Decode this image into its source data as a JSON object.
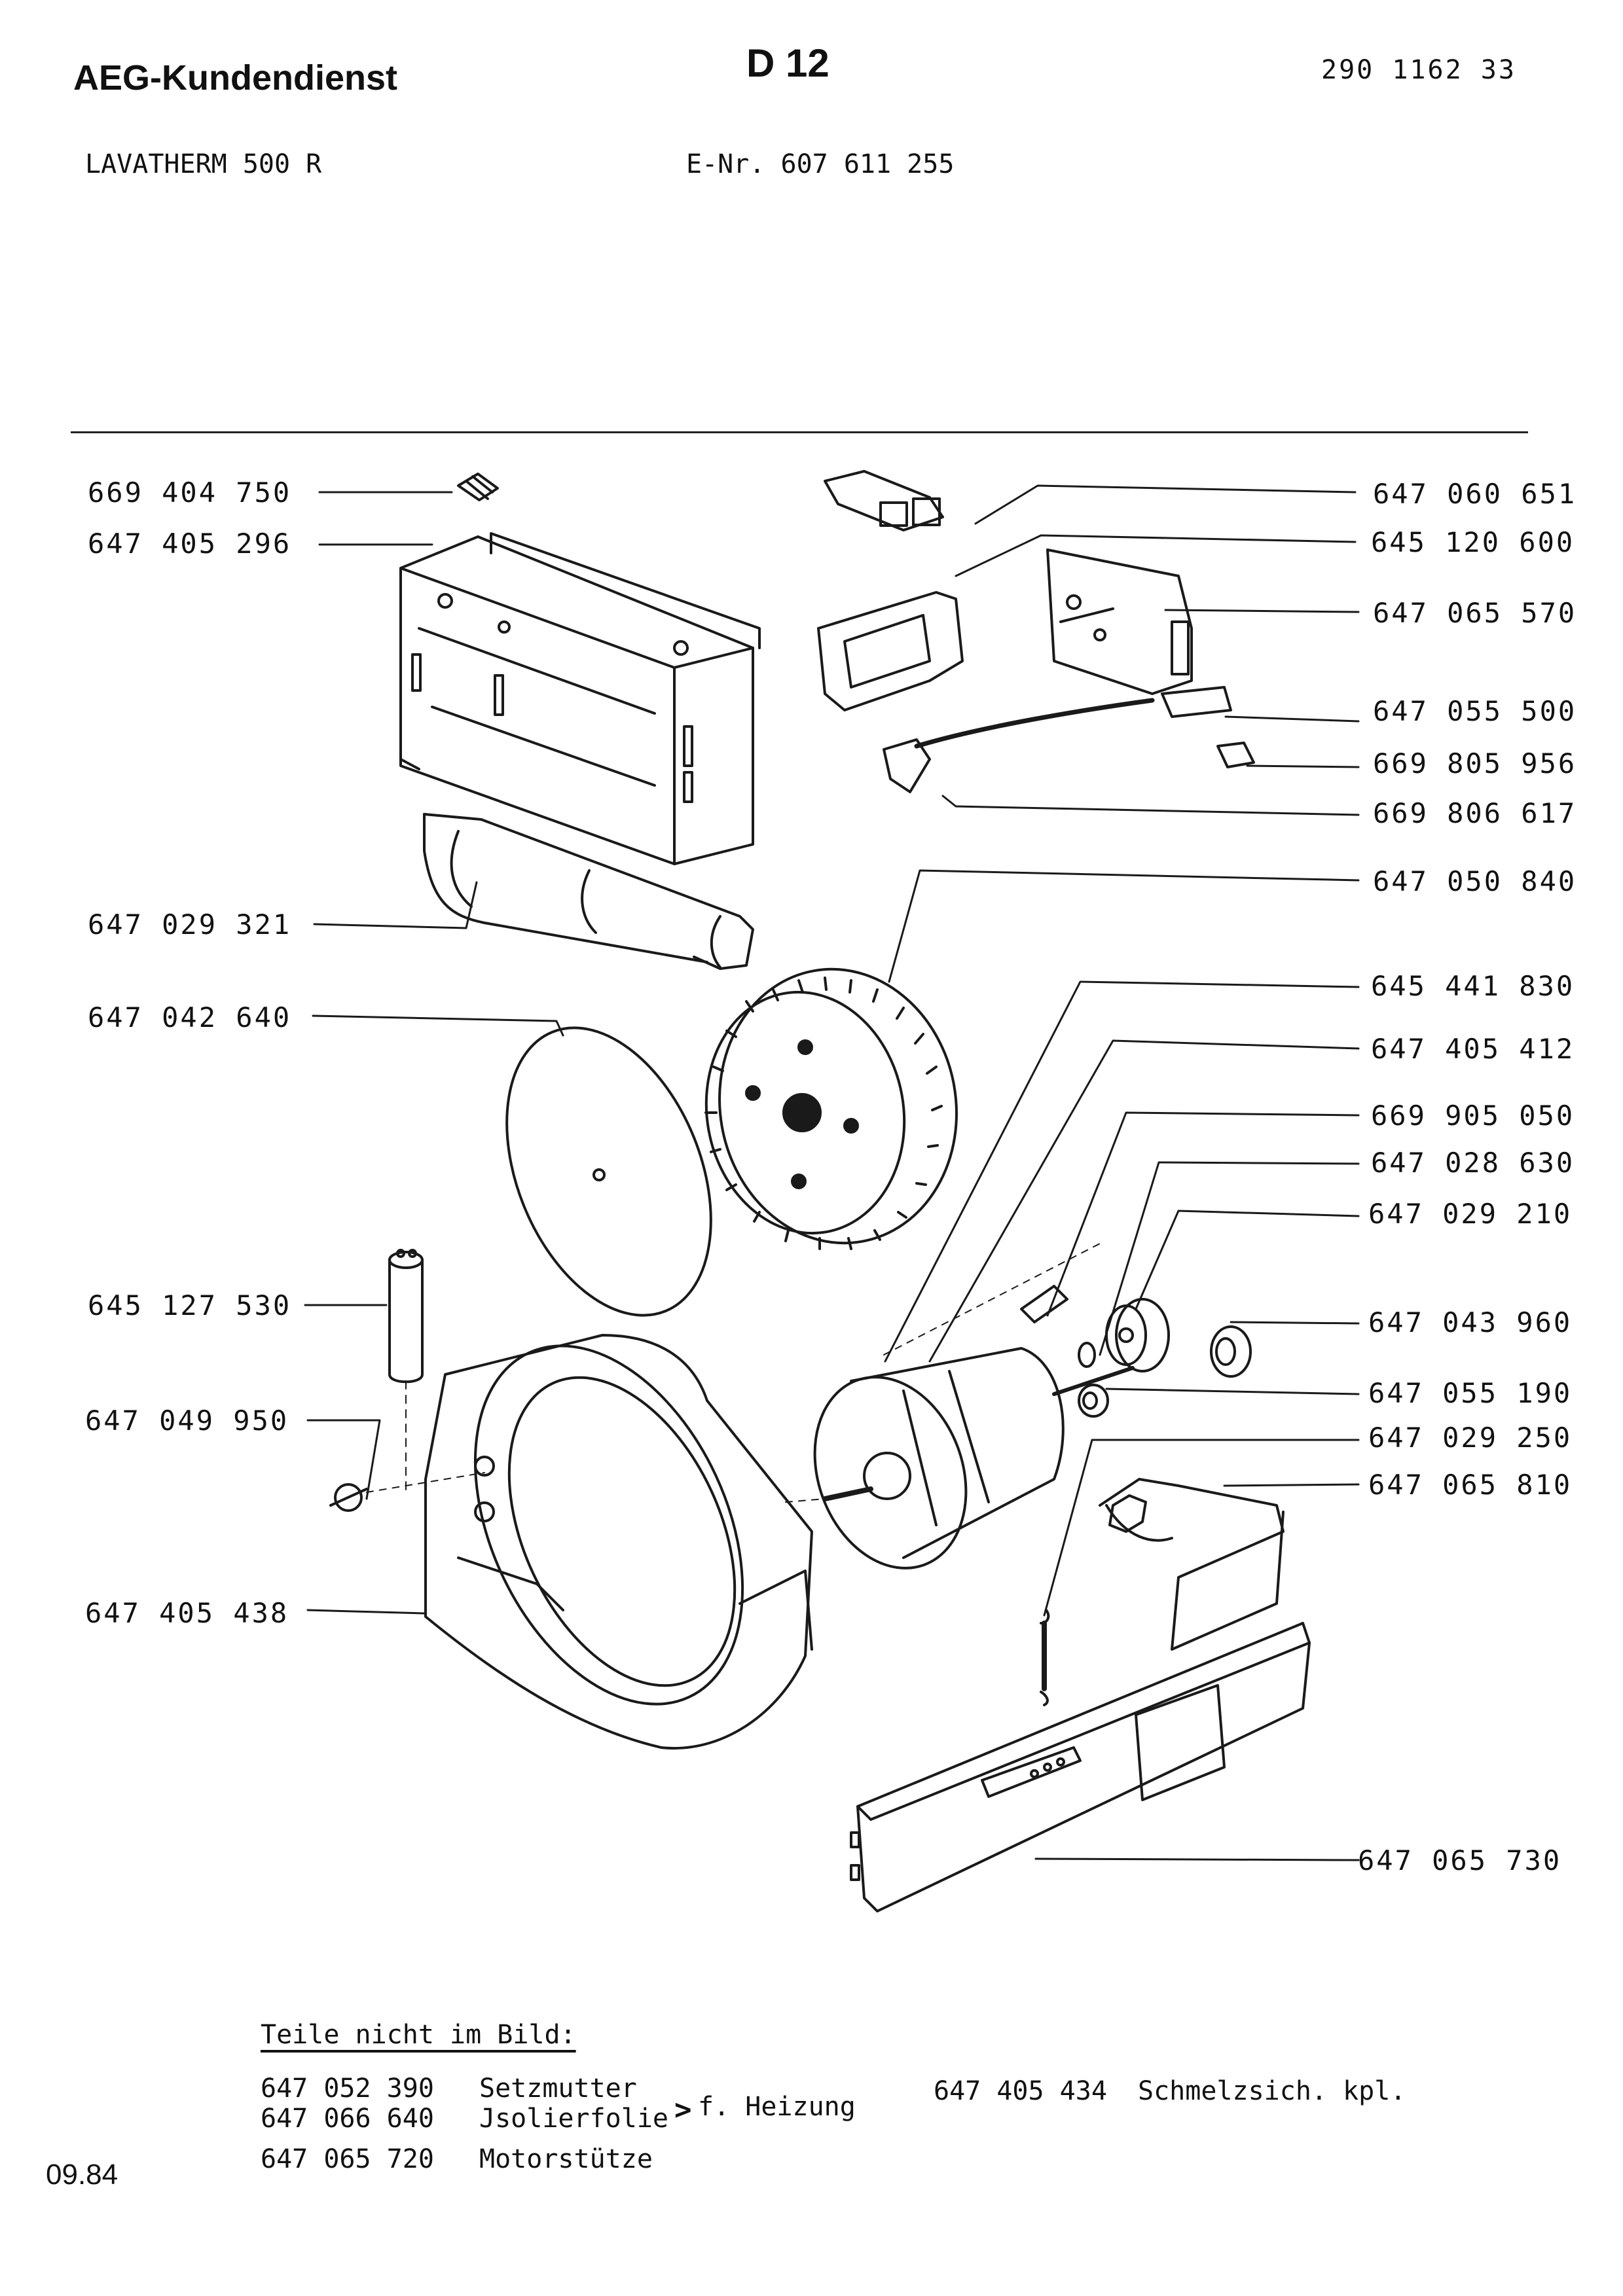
{
  "header": {
    "company": "AEG-Kundendienst",
    "sheet": "D 12",
    "document_number": "290 1162 33",
    "model": "LAVATHERM  500 R",
    "e_nr": "E-Nr. 607 611 255"
  },
  "part_numbers_left": [
    "669 404 750",
    "647 405 296",
    "647 029 321",
    "647 042 640",
    "645 127 530",
    "647 049 950",
    "647 405 438"
  ],
  "part_numbers_right": [
    "647 060 651",
    "645 120 600",
    "647 065 570",
    "647 055 500",
    "669 805 956",
    "669 806 617",
    "647 050 840",
    "645 441 830",
    "647 405 412",
    "669 905 050",
    "647 028 630",
    "647 029 210",
    "647 043 960",
    "647 055 190",
    "647 029 250",
    "647 065 810",
    "647 065 730"
  ],
  "parts_not_shown": {
    "title": "Teile nicht im Bild:",
    "items": [
      {
        "number": "647 052 390",
        "name": "Setzmutter"
      },
      {
        "number": "647 066 640",
        "name": "Jsolierfolie"
      },
      {
        "number": "647 065 720",
        "name": "Motorstütze"
      }
    ],
    "brace_note": "f. Heizung",
    "extra": {
      "number": "647 405 434",
      "name": "Schmelzsich. kpl."
    }
  },
  "footer": {
    "date": "09.84"
  }
}
